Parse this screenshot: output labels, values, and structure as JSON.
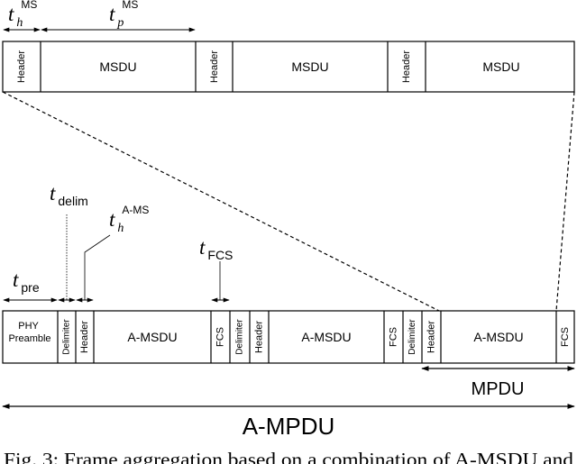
{
  "msdu_row": {
    "fields": {
      "header_1": "Header",
      "msdu_1": "MSDU",
      "header_2": "Header",
      "msdu_2": "MSDU",
      "header_3": "Header",
      "msdu_3": "MSDU"
    },
    "timing": {
      "t_h_base": "t",
      "t_h_sub": "h",
      "t_h_sup": "MS",
      "t_p_base": "t",
      "t_p_sub": "p",
      "t_p_sup": "MS"
    }
  },
  "ampdu_row": {
    "fields": {
      "phy_preamble_line1": "PHY",
      "phy_preamble_line2": "Preamble",
      "delimiter_1": "Delimiter",
      "header_1": "Header",
      "amsdu_1": "A-MSDU",
      "fcs_1": "FCS",
      "delimiter_2": "Delimiter",
      "header_2": "Header",
      "amsdu_2": "A-MSDU",
      "fcs_2": "FCS",
      "delimiter_3": "Delimiter",
      "header_3": "Header",
      "amsdu_3": "A-MSDU",
      "fcs_3": "FCS"
    },
    "timing": {
      "t_pre_base": "t",
      "t_pre_sub": "pre",
      "t_delim_base": "t",
      "t_delim_sub": "delim",
      "t_h_amsdu_base": "t",
      "t_h_amsdu_sub": "h",
      "t_h_amsdu_sup": "A-MS",
      "t_fcs_base": "t",
      "t_fcs_sub": "FCS"
    },
    "mpdu_label": "MPDU",
    "ampdu_label": "A-MPDU"
  },
  "caption": "Fig. 3: Frame aggregation based on a combination of A-MSDU and"
}
